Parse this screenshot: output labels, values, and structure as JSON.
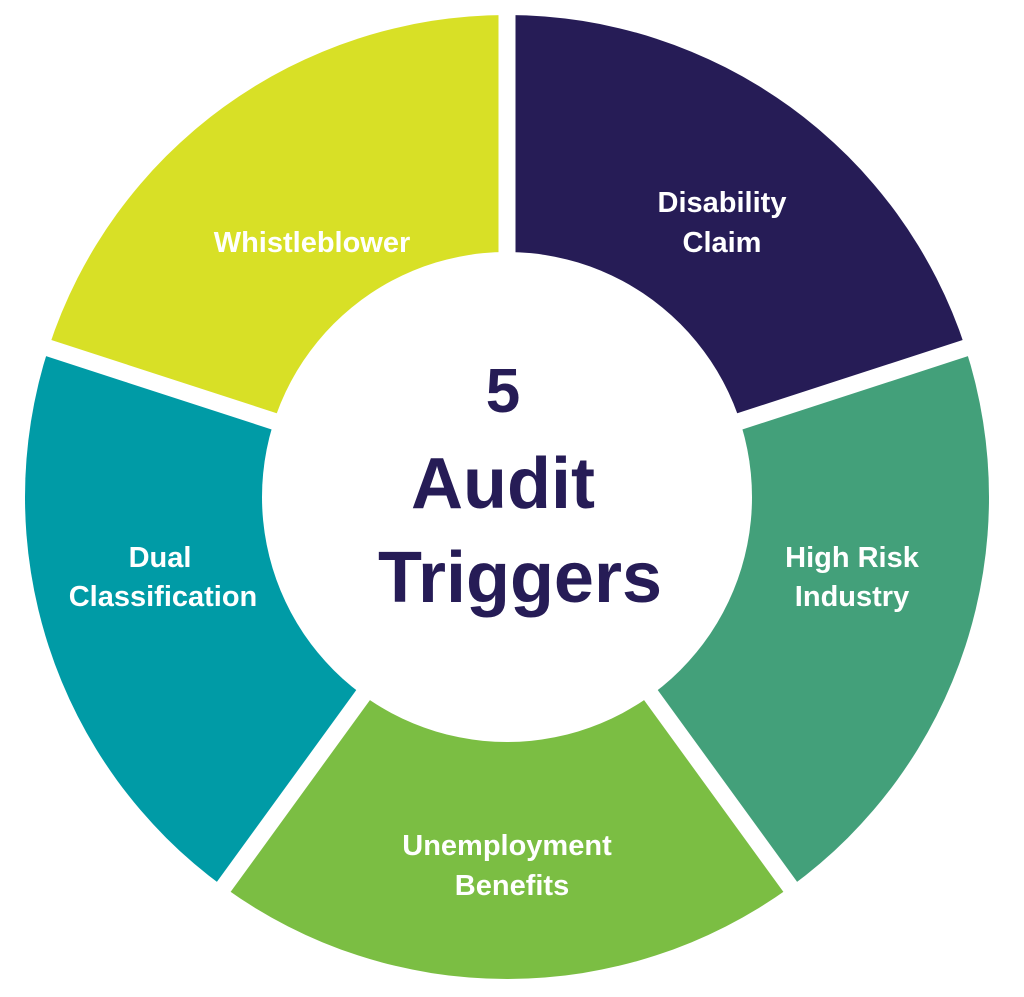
{
  "diagram": {
    "center": {
      "line1": "5",
      "line2": "Audit",
      "line3": "Triggers",
      "color": "#261c56"
    },
    "segments": [
      {
        "id": "disability-claim",
        "lines": [
          "Disability",
          "Claim"
        ],
        "color": "#261c56"
      },
      {
        "id": "high-risk-industry",
        "lines": [
          "High Risk",
          "Industry"
        ],
        "color": "#43a07a"
      },
      {
        "id": "unemployment-benefits",
        "lines": [
          "Unemployment",
          "Benefits"
        ],
        "color": "#7bbe43"
      },
      {
        "id": "dual-classification",
        "lines": [
          "Dual",
          "Classification"
        ],
        "color": "#009ba6"
      },
      {
        "id": "whistleblower",
        "lines": [
          "Whistleblower"
        ],
        "color": "#d8e026"
      }
    ]
  }
}
